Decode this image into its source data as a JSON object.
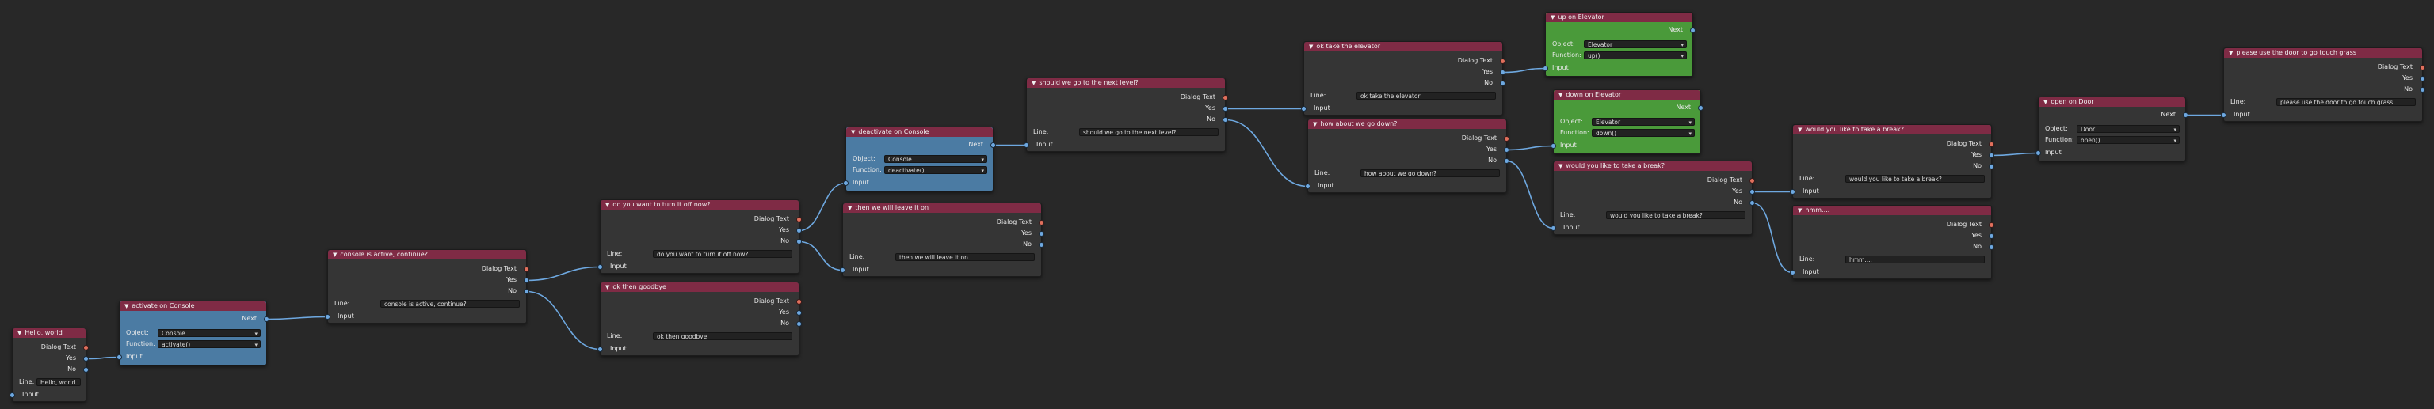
{
  "labels": {
    "dialog_text": "Dialog Text",
    "yes": "Yes",
    "no": "No",
    "line": "Line:",
    "input": "Input",
    "next": "Next",
    "object": "Object:",
    "function": "Function:"
  },
  "colors": {
    "background": "#282828",
    "node_body": "#353535",
    "header": "#7f2b45",
    "action_blue": "#4b7ba3",
    "action_green": "#4a9a3a",
    "wire": "#6ea8e0",
    "socket_red": "#e0705c"
  },
  "nodes": [
    {
      "id": "n_hello",
      "kind": "dialog",
      "title": "Hello, world",
      "line": "Hello, world"
    },
    {
      "id": "n_activate",
      "kind": "action",
      "color": "blue",
      "title": "activate on Console",
      "object": "Console",
      "function": "activate()"
    },
    {
      "id": "n_console_active",
      "kind": "dialog",
      "title": "console is active, continue?",
      "line": "console is active, continue?"
    },
    {
      "id": "n_turn_off",
      "kind": "dialog",
      "title": "do you want to turn it off now?",
      "line": "do you want to turn it off now?"
    },
    {
      "id": "n_ok_goodbye",
      "kind": "dialog",
      "title": "ok then goodbye",
      "line": "ok then goodbye"
    },
    {
      "id": "n_deactivate",
      "kind": "action",
      "color": "blue",
      "title": "deactivate on Console",
      "object": "Console",
      "function": "deactivate()"
    },
    {
      "id": "n_leave_it_on",
      "kind": "dialog",
      "title": "then we will leave it on",
      "line": "then we will leave it on"
    },
    {
      "id": "n_next_level",
      "kind": "dialog",
      "title": "should we go to the next level?",
      "line": "should we go to the next level?"
    },
    {
      "id": "n_take_elevator",
      "kind": "dialog",
      "title": "ok take the elevator",
      "line": "ok take the elevator"
    },
    {
      "id": "n_go_down",
      "kind": "dialog",
      "title": "how about we go down?",
      "line": "how about we go down?"
    },
    {
      "id": "n_up_elevator",
      "kind": "action",
      "color": "green",
      "title": "up on Elevator",
      "object": "Elevator",
      "function": "up()"
    },
    {
      "id": "n_down_elevator",
      "kind": "action",
      "color": "green",
      "title": "down on Elevator",
      "object": "Elevator",
      "function": "down()"
    },
    {
      "id": "n_break1",
      "kind": "dialog",
      "title": "would you like to take a break?",
      "line": "would you like to take a break?"
    },
    {
      "id": "n_break2",
      "kind": "dialog",
      "title": "would you like to take a break?",
      "line": "would you like to take a break?"
    },
    {
      "id": "n_hmm",
      "kind": "dialog",
      "title": "hmm....",
      "line": "hmm...."
    },
    {
      "id": "n_open_door",
      "kind": "action",
      "color": "none",
      "title": "open on Door",
      "object": "Door",
      "function": "open()"
    },
    {
      "id": "n_touch_grass",
      "kind": "dialog_end",
      "title": "please use the door to go touch grass",
      "line": "please use the door to go touch grass"
    }
  ],
  "edges": [
    {
      "from": "n_hello",
      "port": "yes",
      "to": "n_activate"
    },
    {
      "from": "n_activate",
      "port": "next",
      "to": "n_console_active"
    },
    {
      "from": "n_console_active",
      "port": "yes",
      "to": "n_turn_off"
    },
    {
      "from": "n_console_active",
      "port": "no",
      "to": "n_ok_goodbye"
    },
    {
      "from": "n_turn_off",
      "port": "yes",
      "to": "n_deactivate"
    },
    {
      "from": "n_turn_off",
      "port": "no",
      "to": "n_leave_it_on"
    },
    {
      "from": "n_deactivate",
      "port": "next",
      "to": "n_next_level"
    },
    {
      "from": "n_next_level",
      "port": "yes",
      "to": "n_take_elevator"
    },
    {
      "from": "n_next_level",
      "port": "no",
      "to": "n_go_down"
    },
    {
      "from": "n_take_elevator",
      "port": "yes",
      "to": "n_up_elevator"
    },
    {
      "from": "n_go_down",
      "port": "yes",
      "to": "n_down_elevator"
    },
    {
      "from": "n_go_down",
      "port": "no",
      "to": "n_break2"
    },
    {
      "from": "n_break2",
      "port": "yes",
      "to": "n_break1"
    },
    {
      "from": "n_break2",
      "port": "no",
      "to": "n_hmm"
    },
    {
      "from": "n_break1",
      "port": "yes",
      "to": "n_open_door"
    },
    {
      "from": "n_open_door",
      "port": "next",
      "to": "n_touch_grass"
    }
  ]
}
